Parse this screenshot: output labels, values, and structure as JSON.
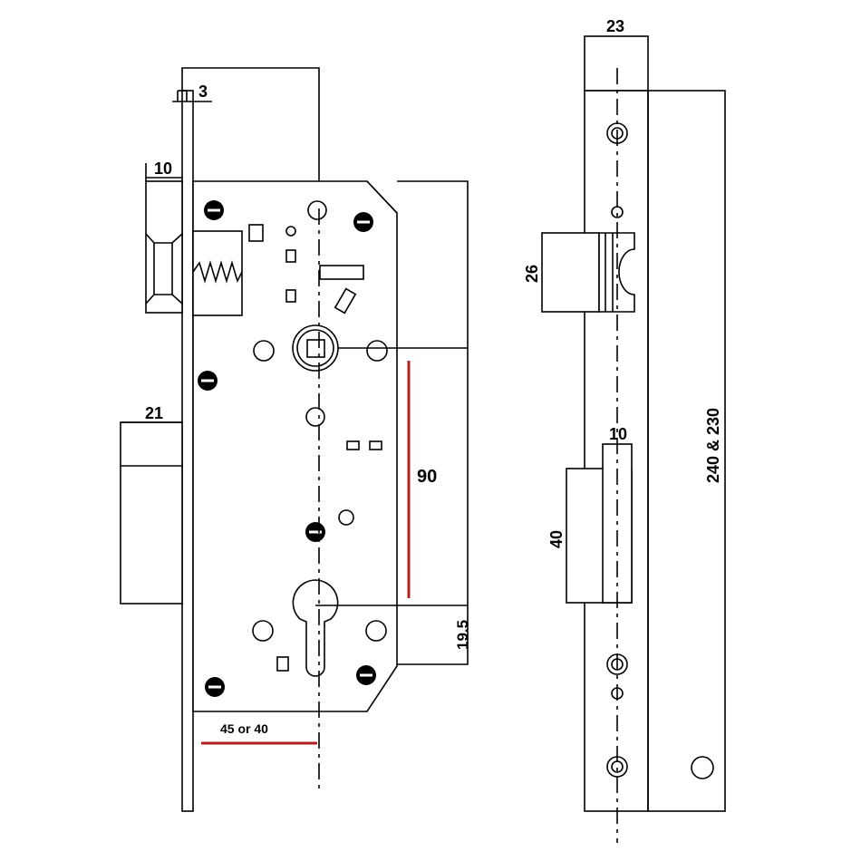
{
  "dimensions": {
    "faceplate_thickness": "3",
    "latch_depth": "10",
    "deadbolt_throw": "21",
    "backset": "45 or 40",
    "center_distance": "90",
    "cylinder_offset": "19.5",
    "faceplate_width": "23",
    "latch_height": "26",
    "strike_depth": "10",
    "bolt_height": "40",
    "faceplate_length": "240 & 230"
  },
  "colors": {
    "line": "#000000",
    "dimension_accent": "#b02020",
    "background": "#ffffff"
  },
  "icons": {
    "screw": "screw-head-icon",
    "hole": "mounting-hole-icon",
    "spring": "spring-icon",
    "keyhole": "euro-cylinder-keyhole-icon"
  }
}
